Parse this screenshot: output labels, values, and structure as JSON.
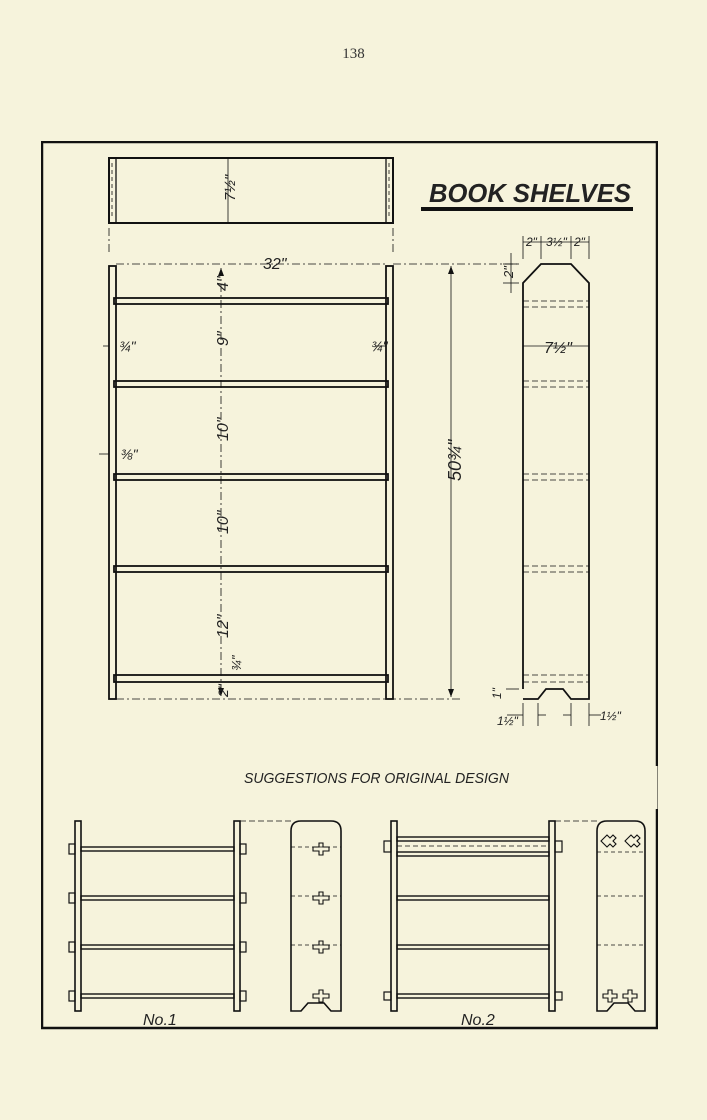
{
  "page": {
    "number": "138"
  },
  "drawing": {
    "title": "BOOK SHELVES",
    "subtitle": "SUGGESTIONS FOR ORIGINAL DESIGN",
    "top_view": {
      "depth": "7½\""
    },
    "front_view": {
      "width": "32\"",
      "height": "50¾\"",
      "side_thickness_left": "¾\"",
      "side_thickness_right": "¾\"",
      "shelf_thickness": "⅜\"",
      "bottom_thickness": "¾\"",
      "spacings": [
        "4\"",
        "9\"",
        "10\"",
        "10\"",
        "12\"",
        "2\""
      ]
    },
    "side_view": {
      "top_widths": [
        "2\"",
        "3½\"",
        "2\""
      ],
      "top_bevel": "2\"",
      "depth": "7½\"",
      "foot_height": "1\"",
      "foot_left": "1½\"",
      "foot_right": "1½\""
    },
    "designs": [
      {
        "label": "No.1"
      },
      {
        "label": "No.2"
      }
    ]
  }
}
